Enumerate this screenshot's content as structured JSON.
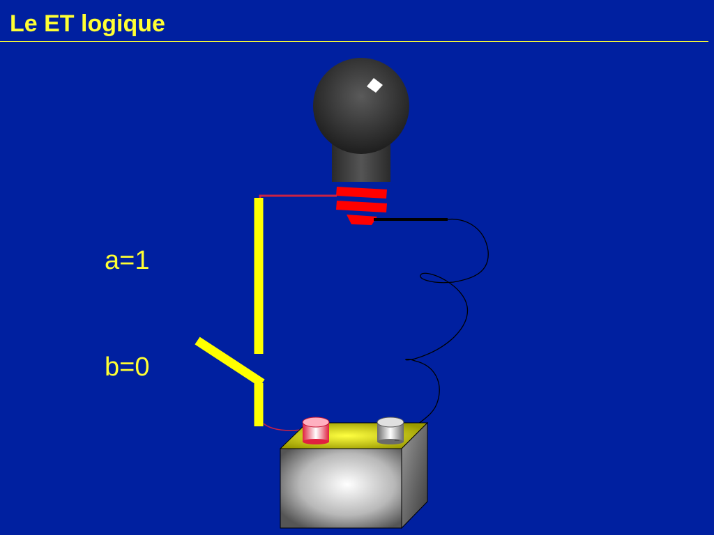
{
  "slide": {
    "title": "Le ET logique",
    "colors": {
      "background": "#0020a0",
      "text": "#ffff33",
      "switch": "#ffff00",
      "wire_positive": "#cc2244",
      "wire_negative": "#000000",
      "bulb_off": "#3a3a3a",
      "bulb_thread": "#ff0000",
      "battery_top": "#d6d600"
    }
  },
  "labels": {
    "a": "a=1",
    "b": "b=0"
  },
  "circuit": {
    "switch_a": {
      "state": "closed"
    },
    "switch_b": {
      "state": "open"
    },
    "bulb": {
      "state": "off"
    },
    "battery_minus": "_"
  }
}
